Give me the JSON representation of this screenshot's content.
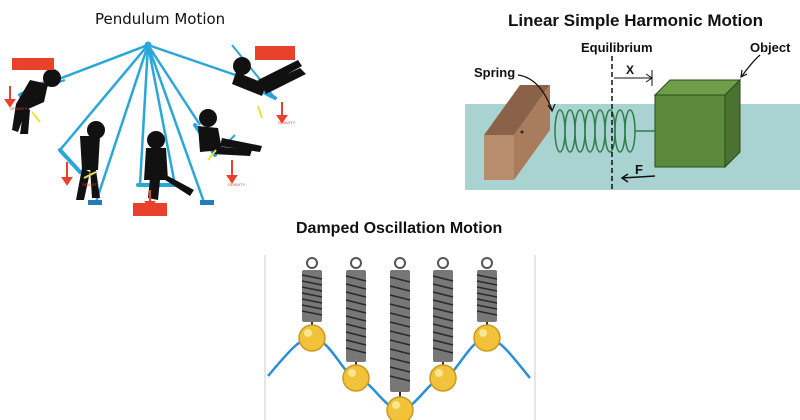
{
  "titles": {
    "pendulum": "Pendulum Motion",
    "shm": "Linear Simple Harmonic Motion",
    "damped": "Damped Oscillation Motion"
  },
  "shm_labels": {
    "equilibrium": "Equilibrium",
    "object": "Object",
    "spring": "Spring",
    "x": "X",
    "f": "F"
  },
  "pendulum_labels": {
    "gravity": "GRAVITY"
  },
  "colors": {
    "rope": "#2aa6d8",
    "silhouette": "#111111",
    "arrow_red": "#e8412c",
    "arrow_yellow": "#e8e43a",
    "water": "#a9d3d0",
    "block": "#5b8a3d",
    "wall": "#a97c5d",
    "ball": "#f2c23a",
    "wave": "#2a8fd6"
  }
}
